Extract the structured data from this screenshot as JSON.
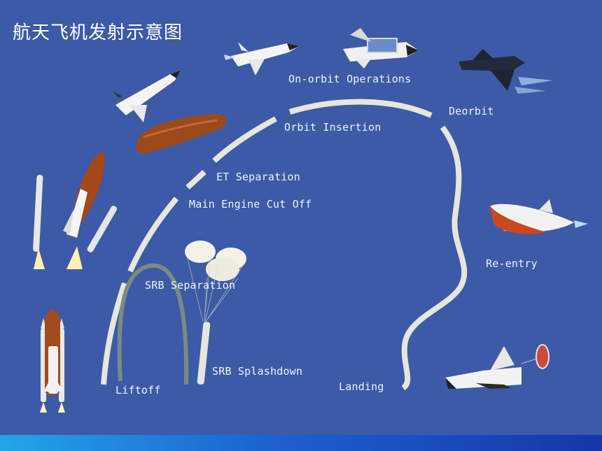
{
  "title": "航天飞机发射示意图",
  "labels": {
    "liftoff": "Liftoff",
    "srb_separation": "SRB Separation",
    "srb_splashdown": "SRB Splashdown",
    "main_engine_cut_off": "Main Engine Cut Off",
    "et_separation": "ET Separation",
    "orbit_insertion": "Orbit Insertion",
    "on_orbit_operations": "On-orbit Operations",
    "deorbit": "Deorbit",
    "re_entry": "Re-entry",
    "landing": "Landing"
  },
  "colors": {
    "background": "#3d5aa6",
    "path": "#e6e6de",
    "srb_arc": "#7a8a86",
    "bottom_bar_start": "#22a6e8",
    "bottom_bar_end": "#1637a8"
  }
}
